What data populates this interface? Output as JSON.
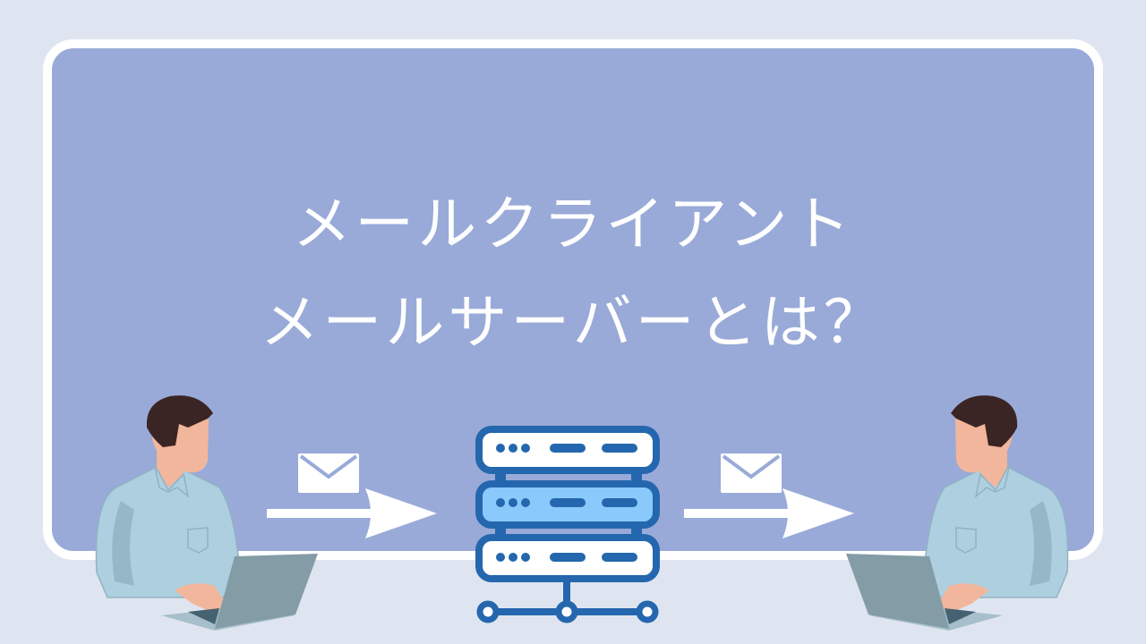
{
  "title": {
    "line1": "メールクライアント",
    "line2": "メールサーバーとは？"
  },
  "colors": {
    "background": "#dfe5f0",
    "card": "#99aad8",
    "server_blue": "#2467ae",
    "server_highlight": "#8ac9fb",
    "shirt": "#aecfdf",
    "laptop": "#839ca6"
  },
  "icons": [
    "person-with-laptop",
    "envelope-icon",
    "arrow-right-icon",
    "server-icon"
  ]
}
